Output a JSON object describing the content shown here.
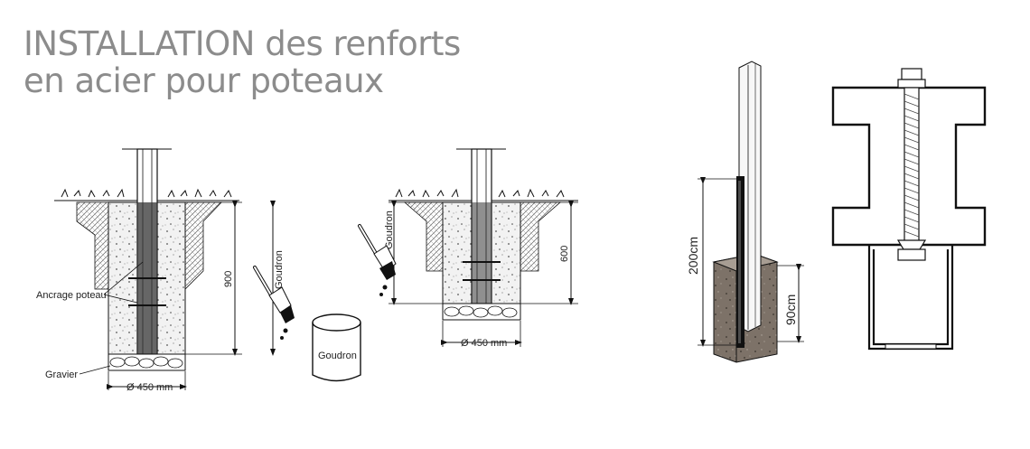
{
  "title": {
    "line1": "INSTALLATION des renforts",
    "line2": "en acier pour poteaux"
  },
  "diagram1": {
    "label_anchor": "Ancrage poteau",
    "label_gravel": "Gravier",
    "depth": "900",
    "diameter": "Ø 450 mm",
    "tar": "Goudron"
  },
  "diagram2": {
    "depth": "600",
    "diameter": "Ø 450 mm",
    "tar": "Goudron"
  },
  "bucket_label": "Goudron",
  "diagram3": {
    "height_total": "200cm",
    "height_buried": "90cm"
  },
  "colors": {
    "title": "#8c8c8c",
    "line": "#111111",
    "concrete": "#7d7268"
  }
}
